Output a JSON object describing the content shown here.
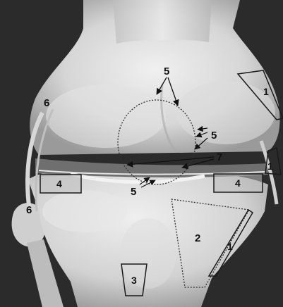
{
  "labels": {
    "region_1_top": "1",
    "region_1_right": "1",
    "region_1_lower": "1",
    "region_2": "2",
    "region_3": "3",
    "region_4_left": "4",
    "region_4_right": "4",
    "label_5_top": "5",
    "label_5_right": "5",
    "label_5_lower": "5",
    "label_6_upper": "6",
    "label_6_lower": "6",
    "label_7": "7"
  },
  "colors": {
    "background": "#2b2b2b",
    "bone_light": "#e4e4e4",
    "bone_mid": "#c9c9c9",
    "bone_shadow": "#8e8e8e",
    "outline": "#1a1a1a"
  }
}
